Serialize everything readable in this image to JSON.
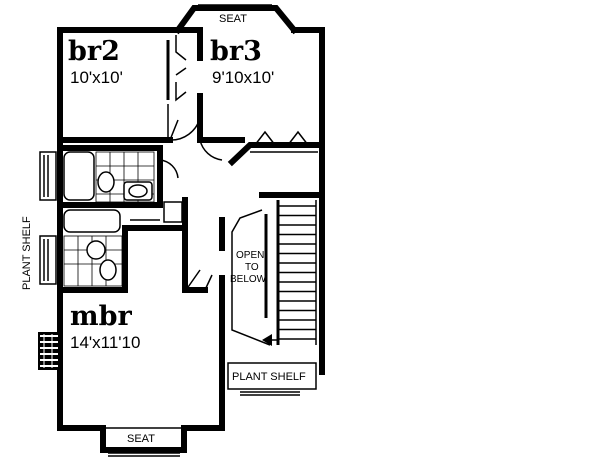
{
  "rooms": {
    "br2": {
      "name": "br2",
      "dims": "10'x10'"
    },
    "br3": {
      "name": "br3",
      "dims": "9'10x10'"
    },
    "mbr": {
      "name": "mbr",
      "dims": "14'x11'10"
    }
  },
  "labels": {
    "seat_top": "SEAT",
    "seat_bottom": "SEAT",
    "plant_shelf_side": "PLANT SHELF",
    "plant_shelf_bottom": "PLANT SHELF",
    "open_line1": "OPEN",
    "open_line2": "TO",
    "open_line3": "BELOW"
  }
}
